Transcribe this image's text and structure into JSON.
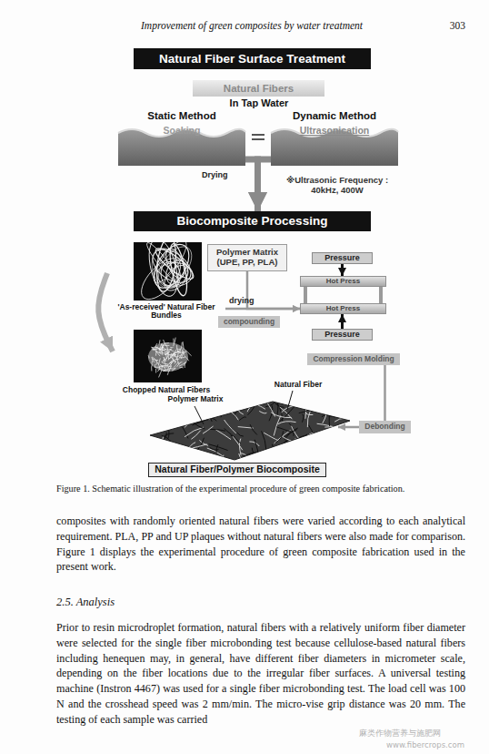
{
  "diagram": {
    "caption": "Figure 1. Schematic illustration of the experimental procedure of green composite fabrication.",
    "nodes": [
      {
        "text": [
          "Natural Fiber Surface Treatment"
        ]
      },
      {
        "text": [
          "Natural Fibers"
        ]
      },
      {
        "text": [
          "Static Method",
          "Soaking"
        ]
      },
      {
        "text": [
          "Dynamic Method",
          "Ultrasonication"
        ]
      },
      {
        "text": [
          "Biocomposite Processing"
        ]
      },
      {
        "text": [
          "'As-received' Natural Fiber Bundles"
        ]
      },
      {
        "text": [
          "Polymer Matrix (UPE, PP, PLA)"
        ]
      },
      {
        "text": [
          "Pressure"
        ]
      },
      {
        "text": [
          "Hot Press"
        ]
      },
      {
        "text": [
          "Hot Press"
        ]
      },
      {
        "text": [
          "compounding"
        ]
      },
      {
        "text": [
          "Pressure"
        ]
      },
      {
        "text": [
          "Chopped Natural Fibers"
        ]
      },
      {
        "text": [
          "Compression Molding"
        ]
      },
      {
        "text": [
          "Debonding"
        ]
      },
      {
        "text": [
          "Natural Fiber/Polymer Biocomposite"
        ]
      }
    ],
    "edges": [
      {
        "from": 2,
        "to": 4,
        "arrow": "to",
        "label": "Drying"
      },
      {
        "from": 3,
        "to": 4,
        "arrow": "to"
      },
      {
        "from": 5,
        "to": 12,
        "arrow": "to"
      },
      {
        "from": 5,
        "to": 9,
        "arrow": "to",
        "label": "drying"
      },
      {
        "from": 6,
        "to": 9,
        "arrow": "to"
      },
      {
        "from": 7,
        "to": 8,
        "arrow": "to"
      },
      {
        "from": 11,
        "to": 9,
        "arrow": "to"
      },
      {
        "from": 13,
        "to": 14,
        "arrow": "none"
      },
      {
        "from": 14,
        "to": 15,
        "arrow": "to"
      }
    ],
    "labels": [
      "Improvement of green composites by water treatment",
      "303",
      "In Tap Water",
      "※Ultrasonic Frequency : 40kHz, 400W",
      "Polymer Matrix",
      "Natural Fiber",
      "composites with randomly oriented natural fibers were varied according to each analytical requirement. PLA, PP and UP plaques without natural fibers were also made for comparison. Figure 1 displays the experimental procedure of green composite fabrication used in the present work.",
      "2.5. Analysis",
      "Prior to resin microdroplet formation, natural fibers with a relatively uniform fiber diameter were selected for the single fiber microbonding test because cellulose-based natural fibers including henequen may, in general, have different fiber diameters in micrometer scale, depending on the fiber locations due to the irregular fiber surfaces. A universal testing machine (Instron 4467) was used for a single fiber microbonding test. The load cell was 100 N and the crosshead speed was 2 mm/min. The micro-vise grip distance was 20 mm. The testing of each sample was carried",
      "麻类作物营养与施肥网",
      "www.fibercrops.com"
    ]
  }
}
